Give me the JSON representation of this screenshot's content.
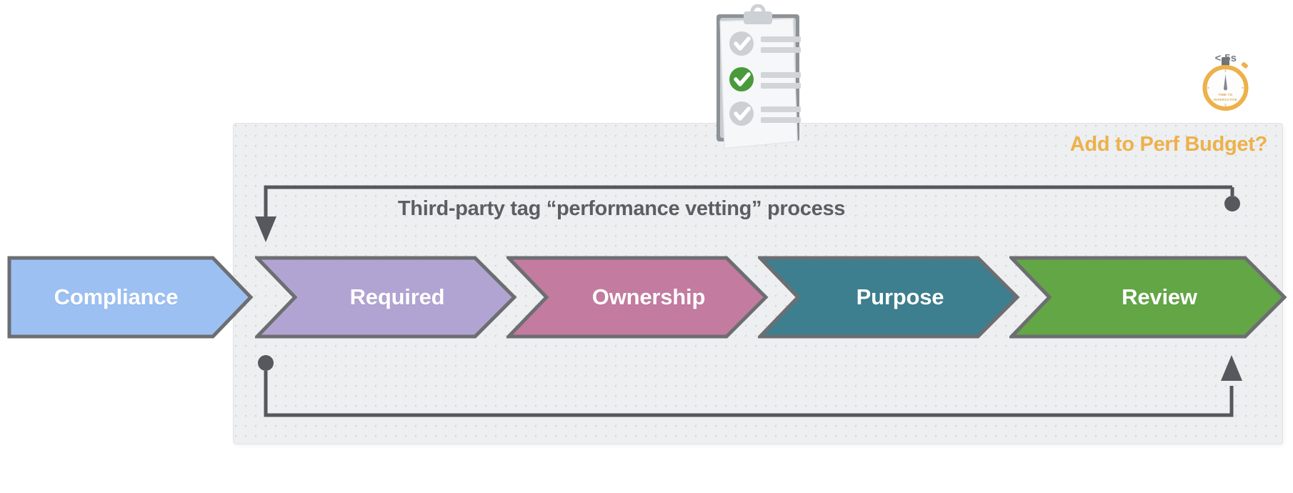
{
  "diagram": {
    "title": "Third-party tag “performance vetting” process",
    "perf_budget_label": "Add to Perf Budget?",
    "panel_bg": "#eeeff1",
    "loop_stroke": "#55585c"
  },
  "stages": [
    {
      "label": "Compliance",
      "color": "#9dc0f3",
      "shape": "rect-arrow"
    },
    {
      "label": "Required",
      "color": "#b2a4d2",
      "shape": "chevron"
    },
    {
      "label": "Ownership",
      "color": "#c47ba0",
      "shape": "chevron"
    },
    {
      "label": "Purpose",
      "color": "#3d7f8e",
      "shape": "chevron"
    },
    {
      "label": "Review",
      "color": "#63a646",
      "shape": "chevron"
    }
  ],
  "illustrations": {
    "clipboard": {
      "name": "checklist-clipboard",
      "checks": [
        {
          "state": "inactive",
          "color": "#cdcfd2"
        },
        {
          "state": "active",
          "color": "#4a9a3c"
        },
        {
          "state": "inactive",
          "color": "#cdcfd2"
        }
      ]
    },
    "stopwatch": {
      "name": "time-to-interactive-stopwatch",
      "caption": "< 5s",
      "face_text_line1": "TIME TO",
      "face_text_line2": "INTERACTIVE",
      "color": "#edb14a"
    }
  },
  "loops": {
    "top": {
      "from": "review-end",
      "to": "compliance-start",
      "start_marker": "dot",
      "end_marker": "arrow"
    },
    "bottom": {
      "from": "compliance-start",
      "to": "review-end",
      "start_marker": "dot",
      "end_marker": "arrow"
    }
  }
}
